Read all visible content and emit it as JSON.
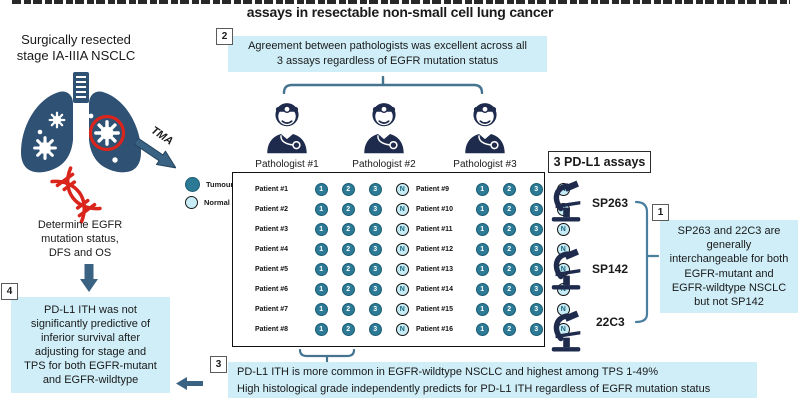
{
  "colors": {
    "navy_icon": "#1e2b4c",
    "lung_blue": "#2e5174",
    "arrow_steel": "#3a6283",
    "cyan_box": "#cfeef8",
    "tumour_teal": "#2c7a96",
    "normal_fill": "#c8ecf5",
    "bracket_teal": "#44748f",
    "dna_red": "#da251d"
  },
  "title": {
    "line2": "assays in resectable non-small cell lung cancer"
  },
  "left": {
    "intro": "Surgically resected\nstage IA-IIIA NSCLC",
    "tma_label": "TMA",
    "egfr_note": "Determine EGFR\nmutation status,\nDFS and OS",
    "finding4_number": "4",
    "finding4_text": "PD-L1 ITH was not\nsignificantly predictive of\ninferior survival after\nadjusting for stage and\nTPS for both EGFR-mutant\nand EGFR-wildtype"
  },
  "center": {
    "finding2_number": "2",
    "finding2_text": "Agreement between pathologists was excellent across all\n3 assays regardless of EGFR mutation status",
    "pathologists": [
      "Pathologist #1",
      "Pathologist #2",
      "Pathologist #3"
    ],
    "legend": {
      "tumour": "Tumour",
      "normal": "Normal"
    },
    "table": {
      "patients_left": [
        "Patient #1",
        "Patient #2",
        "Patient #3",
        "Patient #4",
        "Patient #5",
        "Patient #6",
        "Patient #7",
        "Patient #8"
      ],
      "patients_right": [
        "Patient #9",
        "Patient #10",
        "Patient #11",
        "Patient #12",
        "Patient #13",
        "Patient #14",
        "Patient #15",
        "Patient #16"
      ],
      "cores": [
        "1",
        "2",
        "3",
        "N"
      ],
      "normal_core": "N"
    },
    "finding3_number": "3",
    "finding3_text": "PD-L1 ITH is more common in EGFR-wildtype NSCLC and highest among TPS 1-49%\nHigh histological grade independently predicts for PD-L1 ITH regardless of EGFR mutation status"
  },
  "right": {
    "assays_label": "3 PD-L1 assays",
    "assays": [
      "SP263",
      "SP142",
      "22C3"
    ],
    "finding1_number": "1",
    "finding1_text": "SP263 and 22C3 are\ngenerally\ninterchangeable for both\nEGFR-mutant and\nEGFR-wildtype NSCLC\nbut not SP142"
  }
}
